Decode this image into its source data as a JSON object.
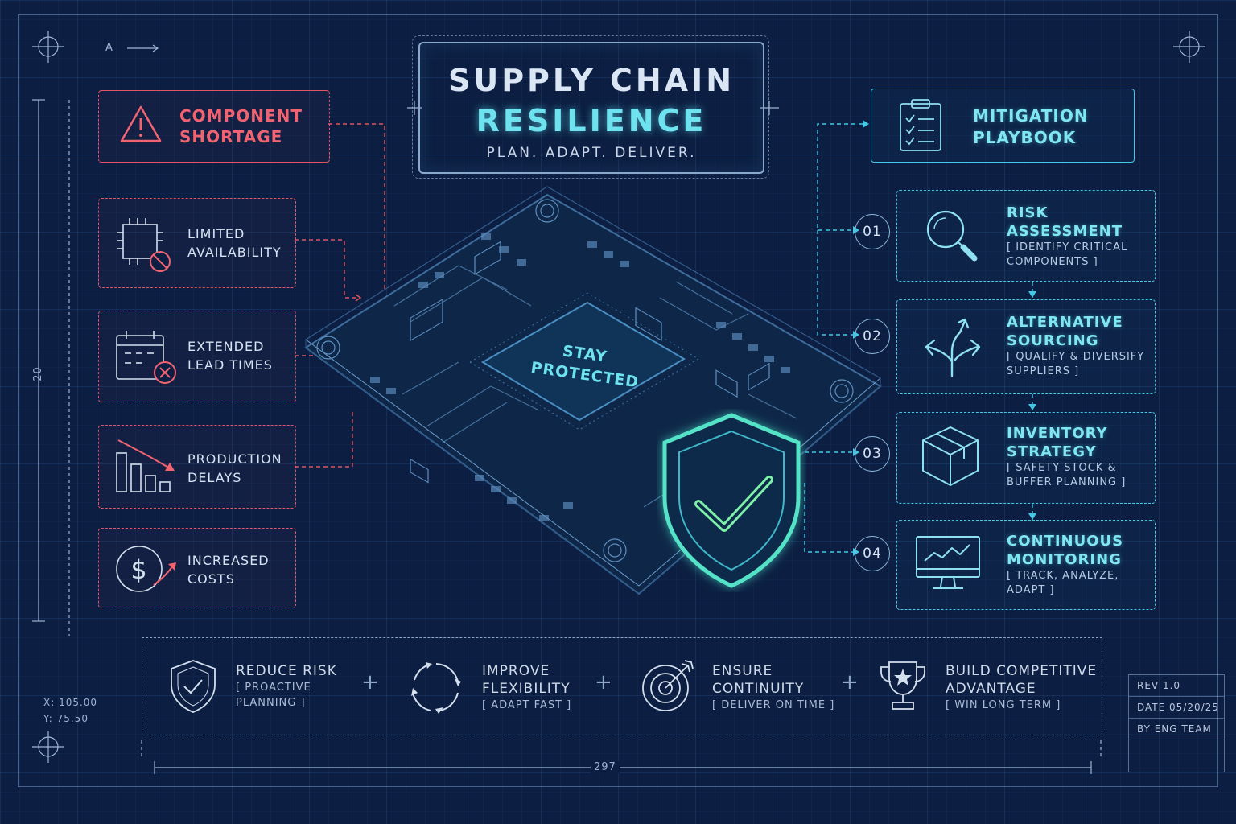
{
  "title": {
    "line1": "SUPPLY CHAIN",
    "line2": "RESILIENCE",
    "tagline": "PLAN. ADAPT. DELIVER."
  },
  "problem": {
    "title_line1": "COMPONENT",
    "title_line2": "SHORTAGE"
  },
  "impacts": [
    {
      "line1": "LIMITED",
      "line2": "AVAILABILITY"
    },
    {
      "line1": "EXTENDED",
      "line2": "LEAD TIMES"
    },
    {
      "line1": "PRODUCTION",
      "line2": "DELAYS"
    },
    {
      "line1": "INCREASED",
      "line2": "COSTS"
    }
  ],
  "chip": {
    "label_line1": "STAY",
    "label_line2": "PROTECTED"
  },
  "playbook": {
    "title_line1": "MITIGATION",
    "title_line2": "PLAYBOOK"
  },
  "steps": [
    {
      "num": "01",
      "title1": "RISK",
      "title2": "ASSESSMENT",
      "sub1": "[ IDENTIFY CRITICAL",
      "sub2": "COMPONENTS ]"
    },
    {
      "num": "02",
      "title1": "ALTERNATIVE",
      "title2": "SOURCING",
      "sub1": "[ QUALIFY & DIVERSIFY",
      "sub2": "SUPPLIERS ]"
    },
    {
      "num": "03",
      "title1": "INVENTORY",
      "title2": "STRATEGY",
      "sub1": "[ SAFETY STOCK &",
      "sub2": "BUFFER PLANNING ]"
    },
    {
      "num": "04",
      "title1": "CONTINUOUS",
      "title2": "MONITORING",
      "sub1": "[ TRACK, ANALYZE,",
      "sub2": "ADAPT ]"
    }
  ],
  "benefits": [
    {
      "title1": "REDUCE RISK",
      "title2": "",
      "sub1": "[ PROACTIVE",
      "sub2": "PLANNING ]"
    },
    {
      "title1": "IMPROVE",
      "title2": "FLEXIBILITY",
      "sub1": "[ ADAPT FAST ]",
      "sub2": ""
    },
    {
      "title1": "ENSURE",
      "title2": "CONTINUITY",
      "sub1": "[ DELIVER ON TIME ]",
      "sub2": ""
    },
    {
      "title1": "BUILD COMPETITIVE",
      "title2": "ADVANTAGE",
      "sub1": "[ WIN LONG TERM ]",
      "sub2": ""
    }
  ],
  "blueprint": {
    "marker": "A",
    "coord_x": "X: 105.00",
    "coord_y": "Y: 75.50",
    "dim_vertical": "20",
    "dim_horizontal": "297",
    "rev": "REV 1.0",
    "date": "DATE  05/20/25",
    "by": "BY  ENG TEAM"
  },
  "colors": {
    "red": "#e05563",
    "cyan": "#45c8e6",
    "green": "#7ef0a8",
    "background": "#0c1f42"
  }
}
